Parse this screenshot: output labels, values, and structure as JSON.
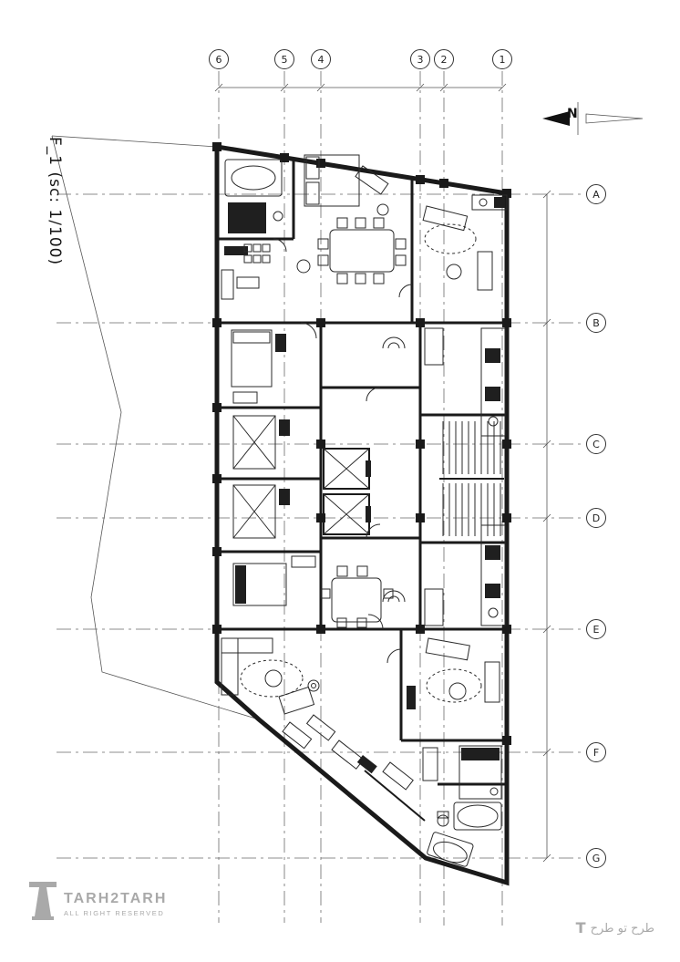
{
  "title": "F_1  (sc: 1/100)",
  "north": {
    "label": "N"
  },
  "grid": {
    "columns": [
      "6",
      "5",
      "4",
      "3",
      "2",
      "1"
    ],
    "rows": [
      "A",
      "B",
      "C",
      "D",
      "E",
      "F",
      "G"
    ]
  },
  "watermark": {
    "brand": "TARH2TARH",
    "tagline": "ALL RIGHT RESERVED"
  },
  "footer_right": {
    "logo_glyph": "T",
    "brand_arabic": "طرح تو طرح"
  },
  "colors": {
    "ink": "#1a1a1a",
    "grid-line": "#6a6a6a",
    "watermark": "#a9a9a9"
  }
}
